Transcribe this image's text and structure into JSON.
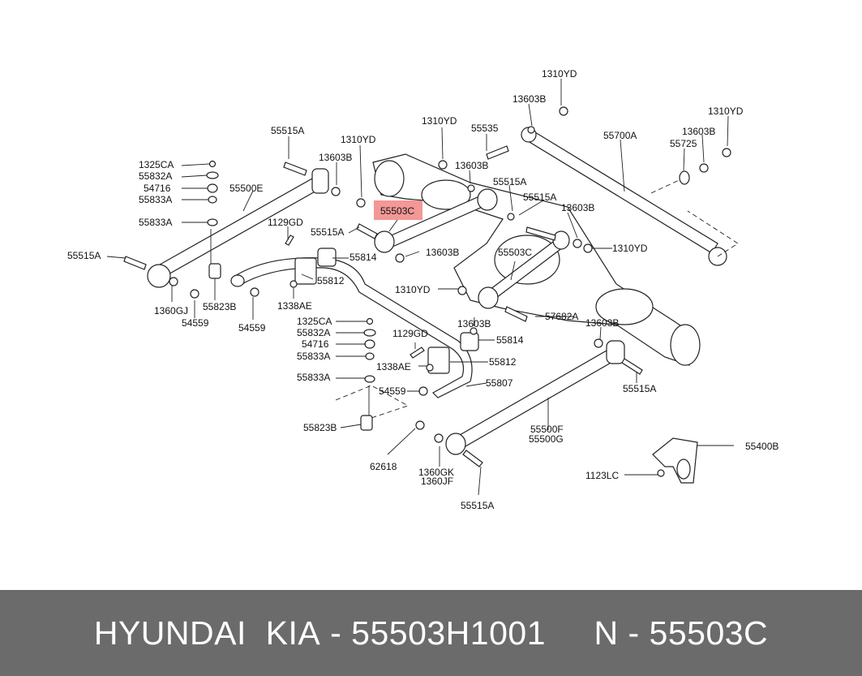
{
  "footer": {
    "brand": "HYUNDAI  KIA",
    "sep1": " - ",
    "part_number": "55503H1001",
    "gap": "     ",
    "n_label": "N",
    "sep2": " - ",
    "code": "55503C"
  },
  "colors": {
    "highlight": "#f28c8c",
    "footer_bg": "#6b6b6b"
  },
  "labels": [
    {
      "id": "l1310yd_top",
      "text": "1310YD"
    },
    {
      "id": "l13603b_top",
      "text": "13603B"
    },
    {
      "id": "l1310yd_r",
      "text": "1310YD"
    },
    {
      "id": "l13603b_r",
      "text": "13603B"
    },
    {
      "id": "l55725",
      "text": "55725"
    },
    {
      "id": "l55700a",
      "text": "55700A"
    },
    {
      "id": "l1310yd_m",
      "text": "1310YD"
    },
    {
      "id": "l55535",
      "text": "55535"
    },
    {
      "id": "l13603b_m",
      "text": "13603B"
    },
    {
      "id": "l55515a_m",
      "text": "55515A"
    },
    {
      "id": "l55515a_m2",
      "text": "55515A"
    },
    {
      "id": "l13603b_m2",
      "text": "13603B"
    },
    {
      "id": "l1310yd_l",
      "text": "1310YD"
    },
    {
      "id": "l13603b_l",
      "text": "13603B"
    },
    {
      "id": "l55515a_tl",
      "text": "55515A"
    },
    {
      "id": "l1325ca_1",
      "text": "1325CA"
    },
    {
      "id": "l55832a_1",
      "text": "55832A"
    },
    {
      "id": "l54716_1",
      "text": "54716"
    },
    {
      "id": "l55833a_1",
      "text": "55833A"
    },
    {
      "id": "l55833a_2",
      "text": "55833A"
    },
    {
      "id": "l55500e",
      "text": "55500E"
    },
    {
      "id": "l1129gd_1",
      "text": "1129GD"
    },
    {
      "id": "l55515a_l2",
      "text": "55515A"
    },
    {
      "id": "l55503c_1",
      "text": "55503C"
    },
    {
      "id": "l13603b_c",
      "text": "13603B"
    },
    {
      "id": "l55503c_2",
      "text": "55503C"
    },
    {
      "id": "l1310yd_c2",
      "text": "1310YD"
    },
    {
      "id": "l55515a_far",
      "text": "55515A"
    },
    {
      "id": "l55814_1",
      "text": "55814"
    },
    {
      "id": "l55812_1",
      "text": "55812"
    },
    {
      "id": "l1360gj",
      "text": "1360GJ"
    },
    {
      "id": "l55823b_1",
      "text": "55823B"
    },
    {
      "id": "l54559_1",
      "text": "54559"
    },
    {
      "id": "l54559_2",
      "text": "54559"
    },
    {
      "id": "l1338ae_1",
      "text": "1338AE"
    },
    {
      "id": "l1310yd_c",
      "text": "1310YD"
    },
    {
      "id": "l57682a",
      "text": "57682A"
    },
    {
      "id": "l13603b_c2",
      "text": "13603B"
    },
    {
      "id": "l13603b_rr",
      "text": "13603B"
    },
    {
      "id": "l1325ca_2",
      "text": "1325CA"
    },
    {
      "id": "l55832a_2",
      "text": "55832A"
    },
    {
      "id": "l54716_2",
      "text": "54716"
    },
    {
      "id": "l55833a_3",
      "text": "55833A"
    },
    {
      "id": "l55833a_4",
      "text": "55833A"
    },
    {
      "id": "l1129gd_2",
      "text": "1129GD"
    },
    {
      "id": "l55814_2",
      "text": "55814"
    },
    {
      "id": "l1338ae_2",
      "text": "1338AE"
    },
    {
      "id": "l55812_2",
      "text": "55812"
    },
    {
      "id": "l54559_3",
      "text": "54559"
    },
    {
      "id": "l55807",
      "text": "55807"
    },
    {
      "id": "l55515a_rr",
      "text": "55515A"
    },
    {
      "id": "l55823b_2",
      "text": "55823B"
    },
    {
      "id": "l55500f",
      "text": "55500F"
    },
    {
      "id": "l55500g",
      "text": "55500G"
    },
    {
      "id": "l62618",
      "text": "62618"
    },
    {
      "id": "l1360gk",
      "text": "1360GK"
    },
    {
      "id": "l1360jf",
      "text": "1360JF"
    },
    {
      "id": "l55515a_b",
      "text": "55515A"
    },
    {
      "id": "l55400b",
      "text": "55400B"
    },
    {
      "id": "l1123lc",
      "text": "1123LC"
    }
  ]
}
